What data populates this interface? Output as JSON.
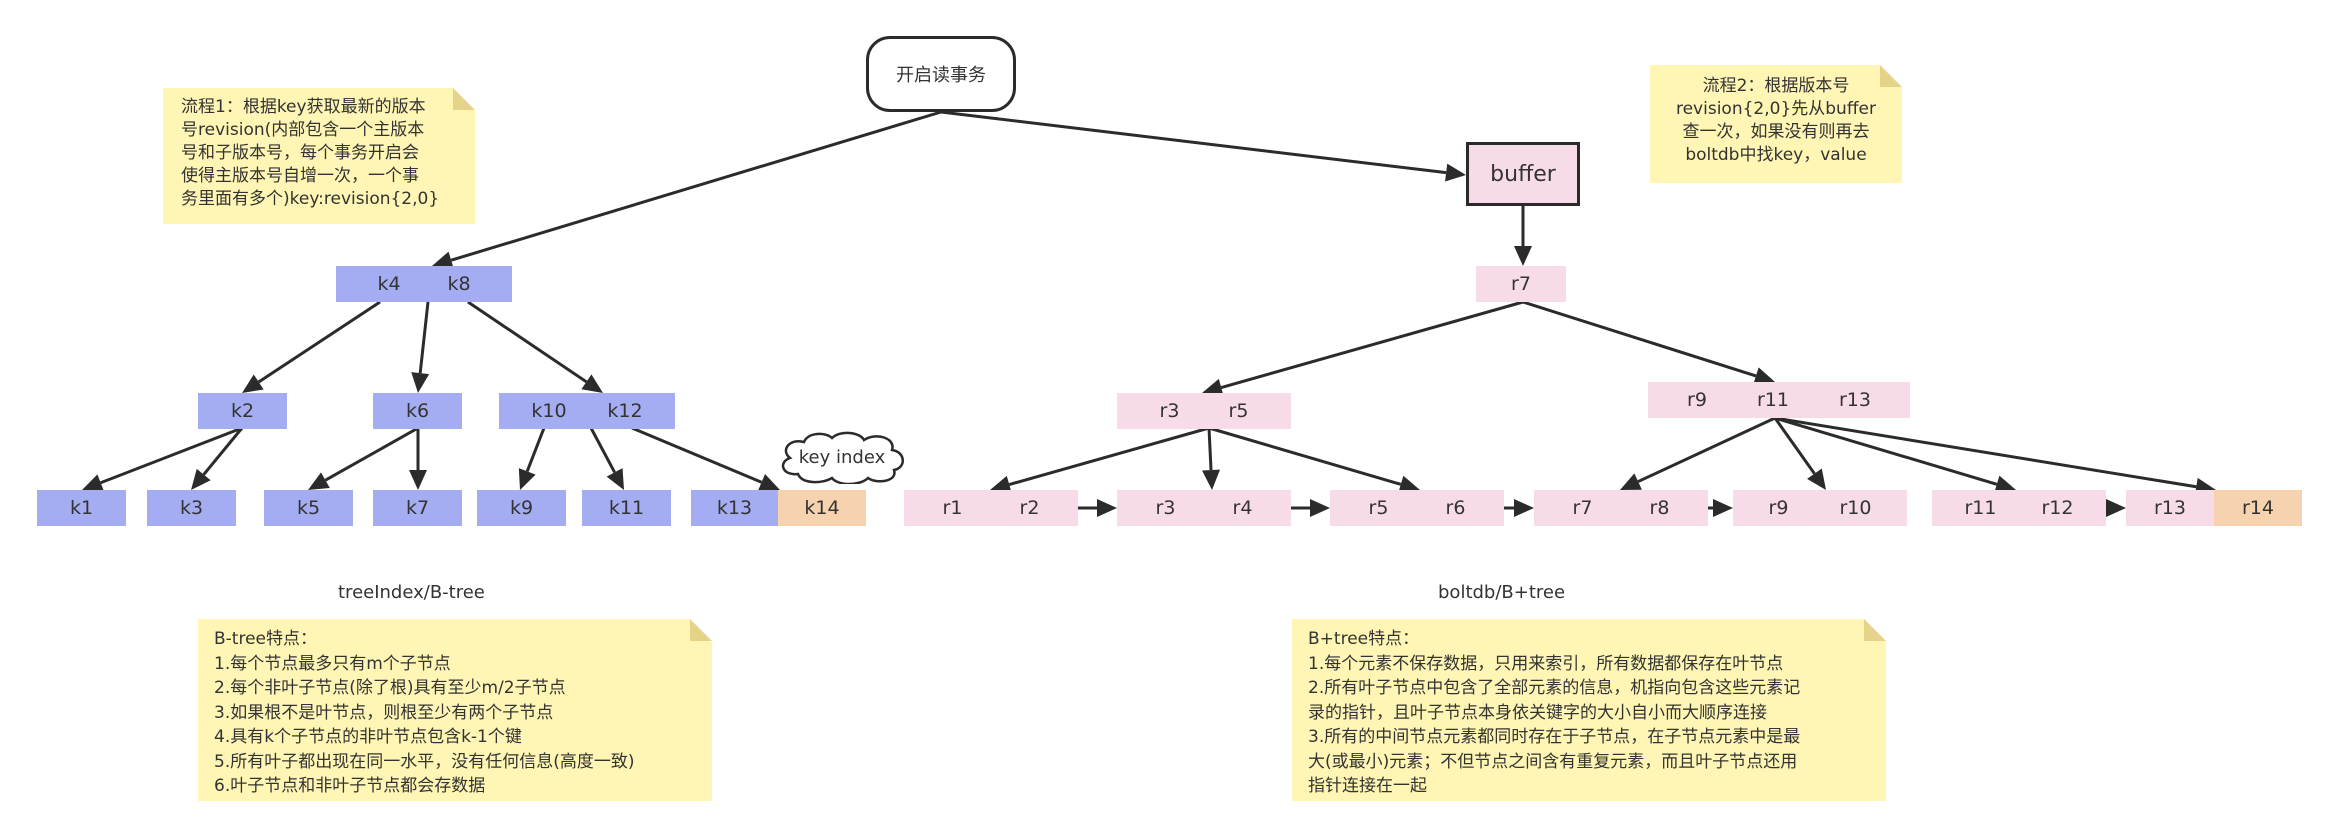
{
  "diagram": {
    "root": {
      "label": "开启读事务"
    },
    "buffer": {
      "label": "buffer"
    },
    "notes": {
      "flow1": "流程1：根据key获取最新的版本\n号revision(内部包含一个主版本\n号和子版本号，每个事务开启会\n使得主版本号自增一次，一个事\n务里面有多个)key:revision{2,0}",
      "flow2": "流程2：根据版本号\nrevision{2,0}先从buffer\n查一次，如果没有则再去\nboltdb中找key，value",
      "btree": "B-tree特点：\n1.每个节点最多只有m个子节点\n2.每个非叶子节点(除了根)具有至少m/2子节点\n3.如果根不是叶节点，则根至少有两个子节点\n4.具有k个子节点的非叶节点包含k-1个键\n5.所有叶子都出现在同一水平，没有任何信息(高度一致)\n6.叶子节点和非叶子节点都会存数据",
      "bplustree": "B+tree特点：\n1.每个元素不保存数据，只用来索引，所有数据都保存在叶节点\n2.所有叶子节点中包含了全部元素的信息，机指向包含这些元素记\n录的指针，且叶子节点本身依关键字的大小自小而大顺序连接\n3.所有的中间节点元素都同时存在于子节点，在子节点元素中是最\n大(或最小)元素；不但节点之间含有重复元素，而且叶子节点还用\n指针连接在一起"
    },
    "captions": {
      "btree": "treeIndex/B-tree",
      "bplustree": "boltdb/B+tree"
    },
    "cloud": {
      "label": "key index"
    },
    "btree": {
      "root": [
        "k4",
        "k8"
      ],
      "level2": [
        [
          "k2"
        ],
        [
          "k6"
        ],
        [
          "k10",
          "k12"
        ]
      ],
      "leaves": [
        "k1",
        "k3",
        "k5",
        "k7",
        "k9",
        "k11",
        "k13",
        "k14"
      ],
      "highlight_leaf": "k14"
    },
    "bplustree": {
      "root": [
        "r7"
      ],
      "level2": [
        [
          "r3",
          "r5"
        ],
        [
          "r9",
          "r11",
          "r13"
        ]
      ],
      "leaves": [
        [
          "r1",
          "r2"
        ],
        [
          "r3",
          "r4"
        ],
        [
          "r5",
          "r6"
        ],
        [
          "r7",
          "r8"
        ],
        [
          "r9",
          "r10"
        ],
        [
          "r11",
          "r12"
        ],
        [
          "r13",
          "r14"
        ]
      ],
      "highlight_leaf": "r14"
    },
    "colors": {
      "btree_node": "#a5adf2",
      "bplustree_node": "#f8dbe9",
      "highlight": "#f7d2ae",
      "note": "#fff5b4",
      "edge": "#2b2b2b"
    }
  }
}
